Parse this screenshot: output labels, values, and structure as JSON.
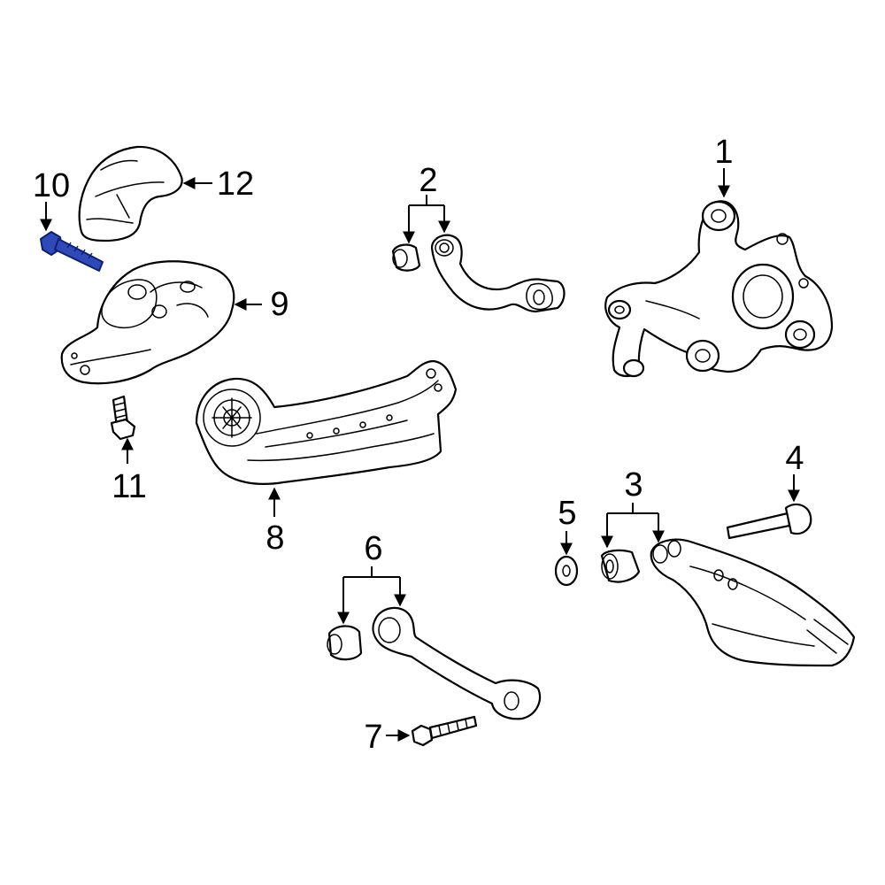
{
  "colors": {
    "highlight": "#2f49b8",
    "line": "#000000",
    "background": "#ffffff"
  },
  "callouts": {
    "c1": "1",
    "c2": "2",
    "c3": "3",
    "c4": "4",
    "c5": "5",
    "c6": "6",
    "c7": "7",
    "c8": "8",
    "c9": "9",
    "c10": "10",
    "c11": "11",
    "c12": "12"
  },
  "highlighted_part": "10"
}
